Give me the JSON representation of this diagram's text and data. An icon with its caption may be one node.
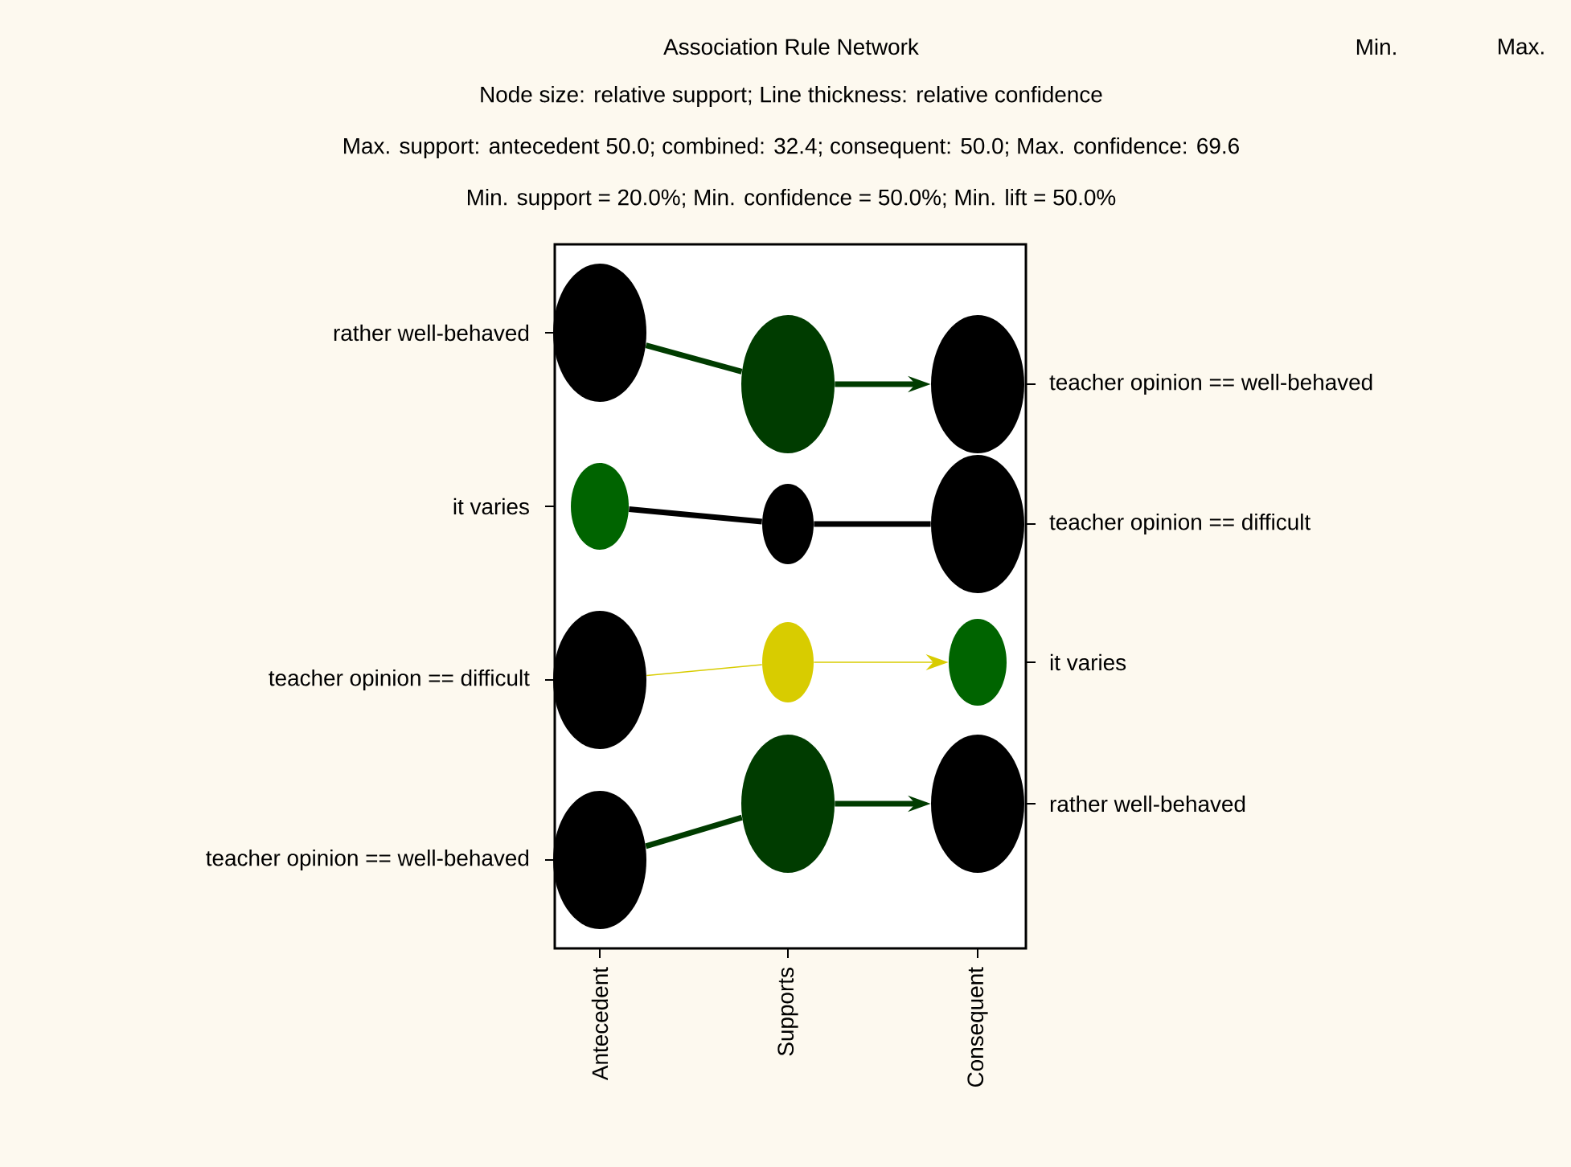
{
  "diagram": {
    "title": "Association Rule Network",
    "nodes": [
      {
        "text": [],
        "shape": "ellipse",
        "beside": [
          "rather well-behaved"
        ]
      },
      {
        "text": [],
        "shape": "ellipse"
      },
      {
        "text": [],
        "shape": "ellipse",
        "beside": [
          "teacher opinion == well-behaved"
        ]
      },
      {
        "text": [],
        "shape": "ellipse",
        "beside": [
          "it varies"
        ]
      },
      {
        "text": [],
        "shape": "ellipse"
      },
      {
        "text": [],
        "shape": "ellipse",
        "beside": [
          "teacher opinion == difficult"
        ]
      },
      {
        "text": [],
        "shape": "ellipse",
        "beside": [
          "teacher opinion == difficult"
        ]
      },
      {
        "text": [],
        "shape": "ellipse"
      },
      {
        "text": [],
        "shape": "ellipse",
        "beside": [
          "it varies"
        ]
      },
      {
        "text": [],
        "shape": "ellipse",
        "beside": [
          "teacher opinion == well-behaved"
        ]
      },
      {
        "text": [],
        "shape": "ellipse"
      },
      {
        "text": [],
        "shape": "ellipse",
        "beside": [
          "rather well-behaved"
        ]
      }
    ],
    "edges": [
      {
        "from": 0,
        "to": 1,
        "arrow": "none",
        "color": "#003c00"
      },
      {
        "from": 1,
        "to": 2,
        "arrow": "to",
        "color": "#003c00"
      },
      {
        "from": 3,
        "to": 4,
        "arrow": "none",
        "color": "#000000"
      },
      {
        "from": 4,
        "to": 5,
        "arrow": "none",
        "color": "#000000"
      },
      {
        "from": 6,
        "to": 7,
        "arrow": "none",
        "color": "#d8cc00"
      },
      {
        "from": 7,
        "to": 8,
        "arrow": "to",
        "color": "#d8cc00"
      },
      {
        "from": 9,
        "to": 10,
        "arrow": "none",
        "color": "#003c00"
      },
      {
        "from": 10,
        "to": 11,
        "arrow": "to",
        "color": "#003c00"
      }
    ],
    "labels": [
      "Min.",
      "Max.",
      "Node size: relative support;  Line thickness: relative confidence",
      "Max. support: antecedent 50.0; combined: 32.4; consequent: 50.0; Max. confidence: 69.6",
      "Min. support = 20.0%; Min. confidence = 50.0%; Min. lift = 50.0%",
      "Antecedent",
      "Supports",
      "Consequent"
    ]
  }
}
